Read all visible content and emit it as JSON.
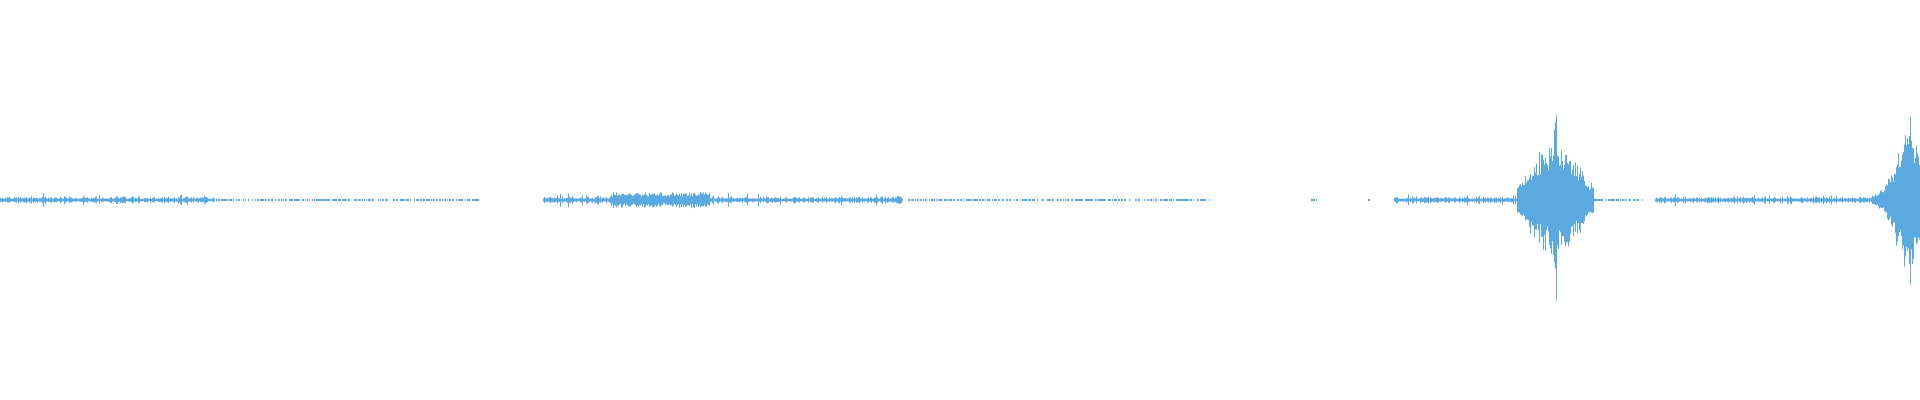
{
  "waveform": {
    "color": "#5aa9e0",
    "background": "#ffffff",
    "duration_fraction_axis": [
      0,
      1
    ],
    "segments": [
      {
        "start": 0.0,
        "end": 0.112,
        "amplitude": 0.035,
        "kind": "noise"
      },
      {
        "start": 0.112,
        "end": 0.25,
        "amplitude": 0.004,
        "kind": "faint"
      },
      {
        "start": 0.283,
        "end": 0.318,
        "amplitude": 0.04,
        "kind": "noise"
      },
      {
        "start": 0.318,
        "end": 0.37,
        "amplitude": 0.075,
        "kind": "burst"
      },
      {
        "start": 0.37,
        "end": 0.47,
        "amplitude": 0.035,
        "kind": "noise"
      },
      {
        "start": 0.47,
        "end": 0.63,
        "amplitude": 0.004,
        "kind": "faint"
      },
      {
        "start": 0.683,
        "end": 0.686,
        "amplitude": 0.003,
        "kind": "faint"
      },
      {
        "start": 0.712,
        "end": 0.715,
        "amplitude": 0.003,
        "kind": "faint"
      },
      {
        "start": 0.726,
        "end": 0.79,
        "amplitude": 0.035,
        "kind": "noise"
      },
      {
        "start": 0.79,
        "end": 0.83,
        "amplitude": 0.55,
        "kind": "spike",
        "peak": 0.81,
        "peak_amplitude": 1.0
      },
      {
        "start": 0.83,
        "end": 0.857,
        "amplitude": 0.004,
        "kind": "faint"
      },
      {
        "start": 0.862,
        "end": 0.975,
        "amplitude": 0.035,
        "kind": "noise"
      },
      {
        "start": 0.975,
        "end": 1.0,
        "amplitude": 0.75,
        "kind": "spike",
        "peak": 0.995,
        "peak_amplitude": 1.0
      }
    ]
  }
}
